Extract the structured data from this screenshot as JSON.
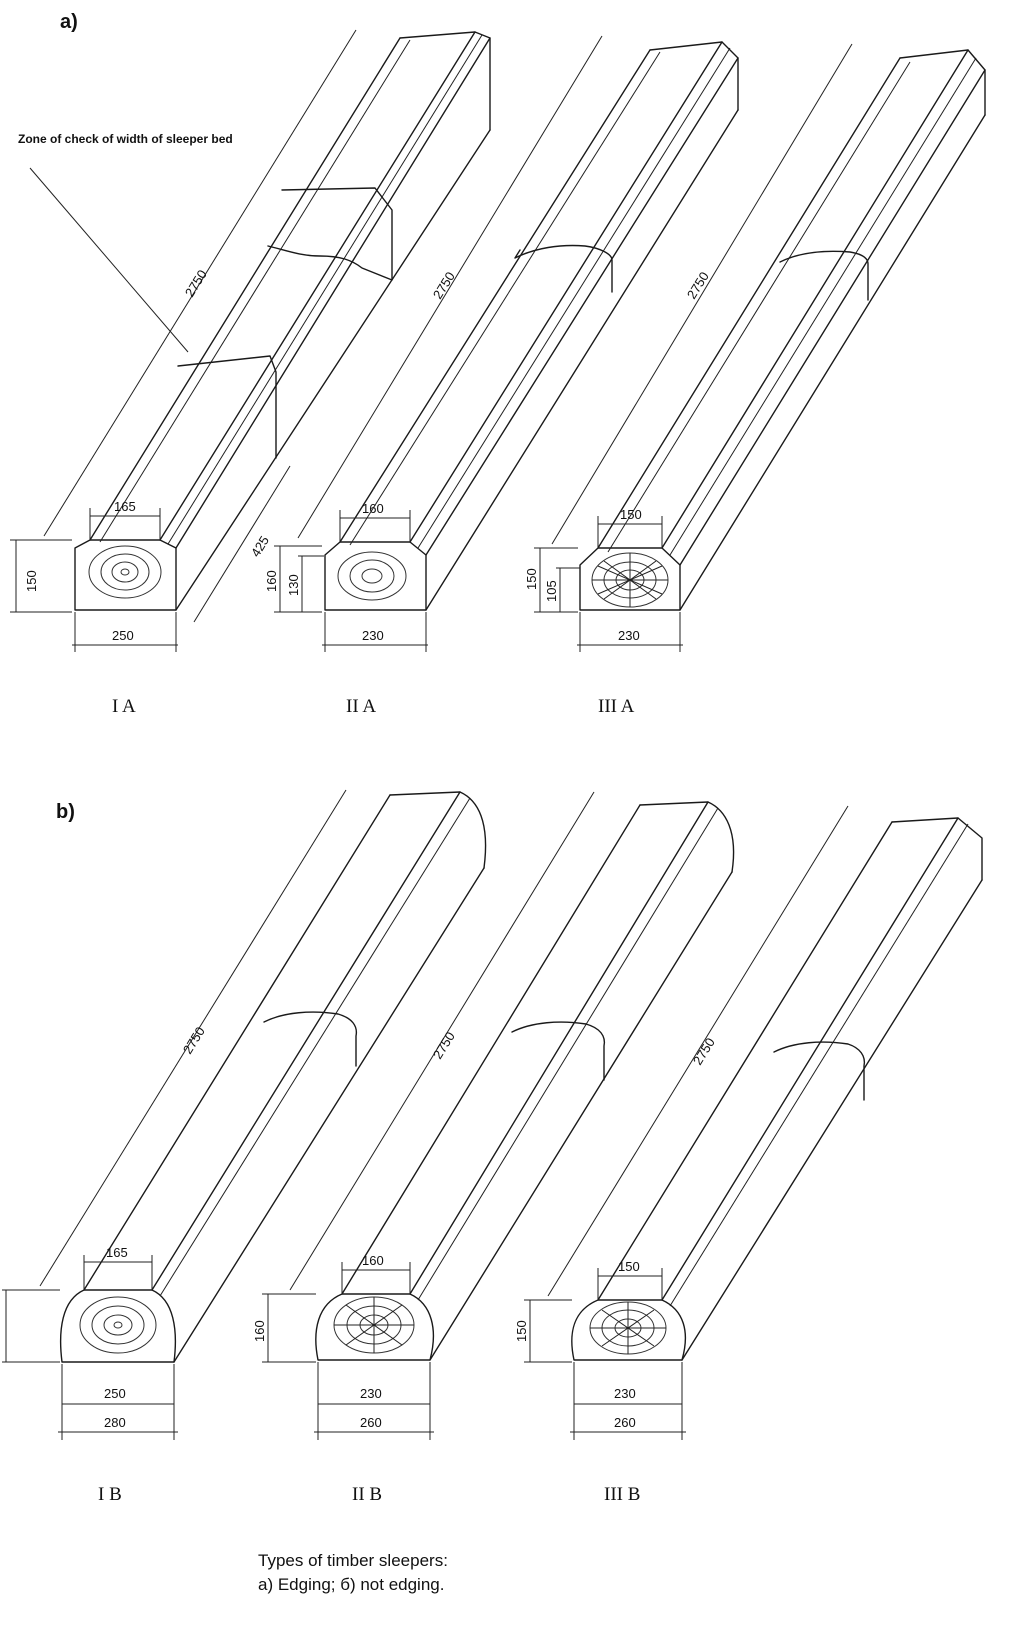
{
  "sections": {
    "a": "a)",
    "b": "b)"
  },
  "note": "Zone of check of width of sleeper bed",
  "caption": {
    "line1": "Types of timber sleepers:",
    "line2": "a) Edging; б) not edging."
  },
  "sleepers_a": [
    {
      "label": "I A",
      "length": "2750",
      "top": "165",
      "bottom": "250",
      "height": "150",
      "extra": "425"
    },
    {
      "label": "II A",
      "length": "2750",
      "top": "160",
      "bottom": "230",
      "height": "160",
      "inner": "130"
    },
    {
      "label": "III A",
      "length": "2750",
      "top": "150",
      "bottom": "230",
      "height": "150",
      "inner": "105"
    }
  ],
  "sleepers_b": [
    {
      "label": "I B",
      "length": "2750",
      "top": "165",
      "inner_bottom": "250",
      "bottom": "280"
    },
    {
      "label": "II B",
      "length": "2750",
      "top": "160",
      "inner_bottom": "230",
      "bottom": "260",
      "height": "160"
    },
    {
      "label": "III B",
      "length": "2750",
      "top": "150",
      "inner_bottom": "230",
      "bottom": "260",
      "height": "150"
    }
  ]
}
